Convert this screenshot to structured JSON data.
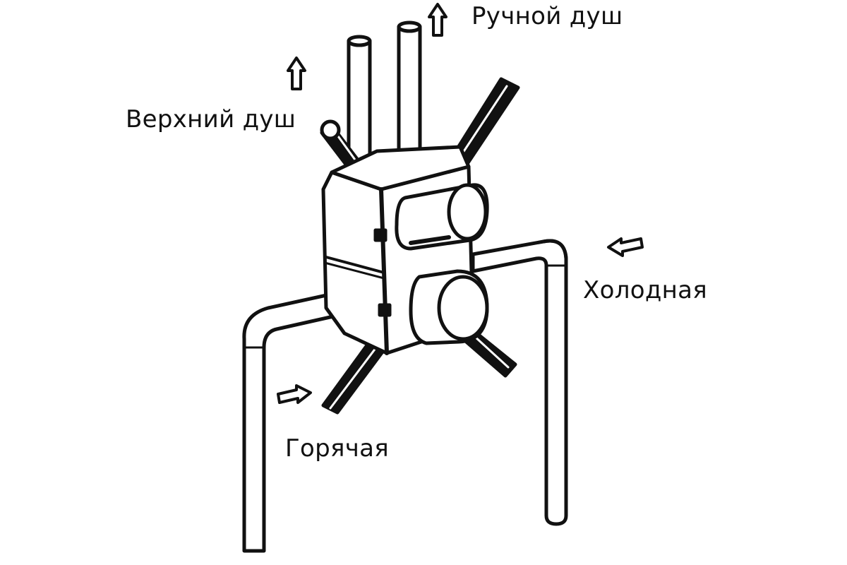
{
  "labels": {
    "hand_shower": "Ручной душ",
    "top_shower": "Верхний душ",
    "cold": "Холодная",
    "hot": "Горячая"
  },
  "colors": {
    "stroke": "#111111",
    "fill": "#ffffff",
    "dark": "#111111"
  }
}
